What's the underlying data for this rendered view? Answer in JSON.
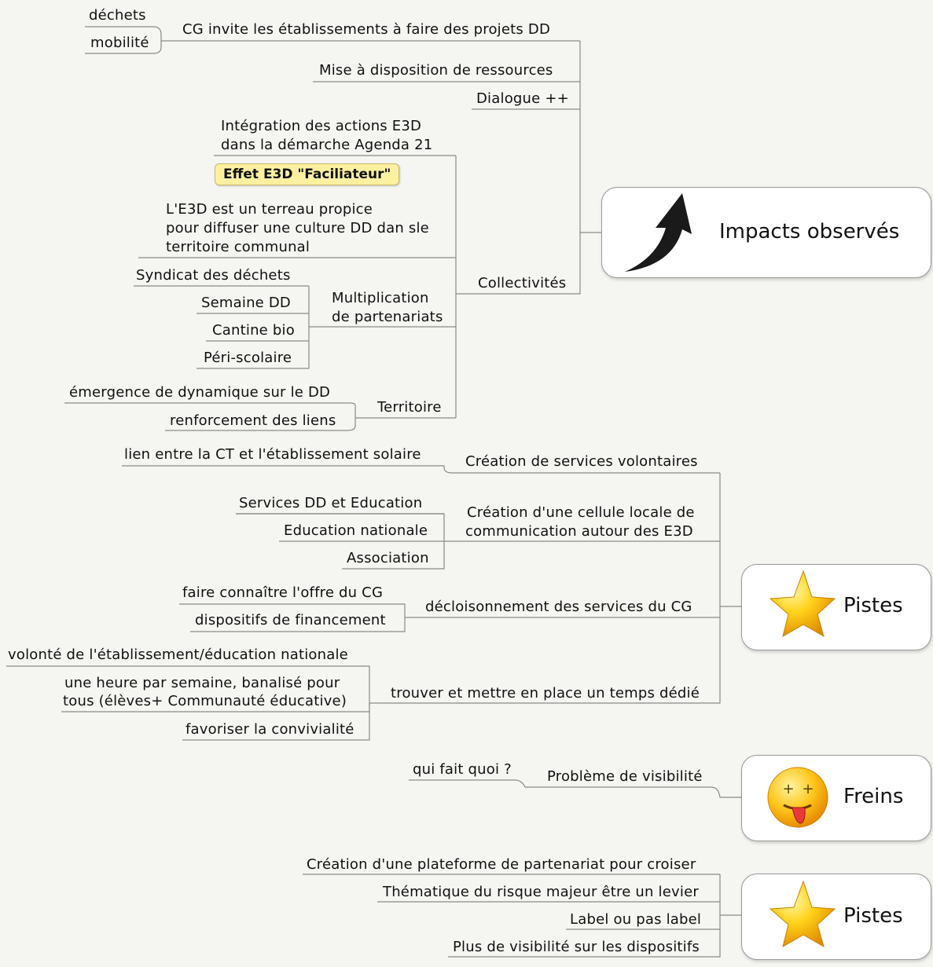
{
  "hubs": {
    "impacts": {
      "title": "Impacts observés",
      "icon": "upward-arrow-icon"
    },
    "pistes_1": {
      "title": "Pistes",
      "icon": "star-icon"
    },
    "freins": {
      "title": "Freins",
      "icon": "sick-face-icon"
    },
    "pistes_2": {
      "title": "Pistes",
      "icon": "star-icon"
    }
  },
  "impacts": {
    "cg_invite": "CG invite les établissements à faire des projets DD",
    "cg_dechets": "déchets",
    "cg_mobilite": "mobilité",
    "ressources": "Mise à disposition de ressources",
    "dialogue": "Dialogue ++",
    "collectivites": "Collectivités",
    "integration_1": "Intégration des actions E3D",
    "integration_2": "dans la démarche Agenda 21",
    "callout": "Effet E3D \"Faciliateur\"",
    "terreau_1": "L'E3D est un terreau propice",
    "terreau_2": "pour diffuser une culture DD dan sle",
    "terreau_3": "territoire communal",
    "multi_1": "Multiplication",
    "multi_2": "de partenariats",
    "syndicat": "Syndicat des déchets",
    "semaine": "Semaine DD",
    "cantine": "Cantine bio",
    "periscolaire": "Péri-scolaire",
    "territoire": "Territoire",
    "emergence": "émergence de dynamique sur le DD",
    "renforcement": "renforcement des liens"
  },
  "pistes1": {
    "services_vol": "Création de services volontaires",
    "lien_ct": "lien entre la CT et l'établissement solaire",
    "cellule_1": "Création d'une cellule locale de",
    "cellule_2": "communication autour des E3D",
    "services_dd": "Services DD et Education",
    "educ_nat": "Education nationale",
    "association": "Association",
    "decloison": "décloisonnement des services du CG",
    "offre": "faire connaître l'offre du CG",
    "financement": "dispositifs de financement",
    "temps": "trouver et mettre en place un temps dédié",
    "volonte": "volonté de l'établissement/éducation nationale",
    "heure_1": "une heure par semaine, banalisé pour",
    "heure_2": "tous (élèves+ Communauté éducative)",
    "convivialite": "favoriser la convivialité"
  },
  "freins": {
    "visibilite": "Problème de visibilité",
    "qui": "qui fait quoi ?"
  },
  "pistes2": {
    "plateforme": "Création d'une plateforme de partenariat pour croiser",
    "risque": "Thématique du risque majeur être un levier",
    "label": "Label ou pas label",
    "dispositifs": "Plus de visibilité sur les dispositifs"
  }
}
